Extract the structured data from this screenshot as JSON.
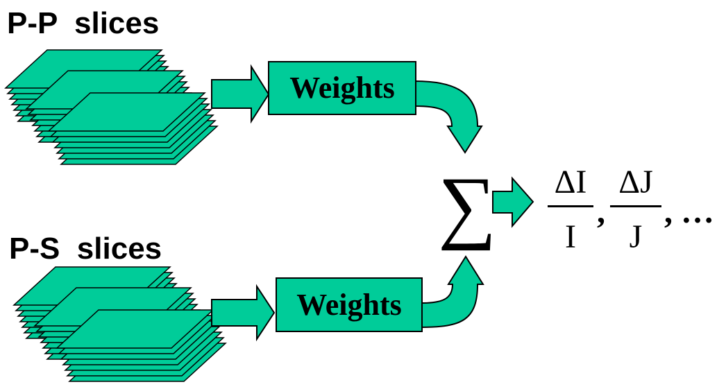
{
  "colors": {
    "fill": "#00CC99",
    "stroke": "#000000",
    "background": "#FFFFFF"
  },
  "groups": [
    {
      "title": "P-P  slices",
      "slice_count": 7,
      "weights_label": "Weights"
    },
    {
      "title": "P-S  slices",
      "slice_count": 7,
      "weights_label": "Weights"
    }
  ],
  "sum_symbol": "∑",
  "outputs": [
    {
      "numerator": "ΔI",
      "denominator": "I"
    },
    {
      "numerator": "ΔJ",
      "denominator": "J"
    }
  ],
  "separator": ",",
  "trailing": ", …"
}
